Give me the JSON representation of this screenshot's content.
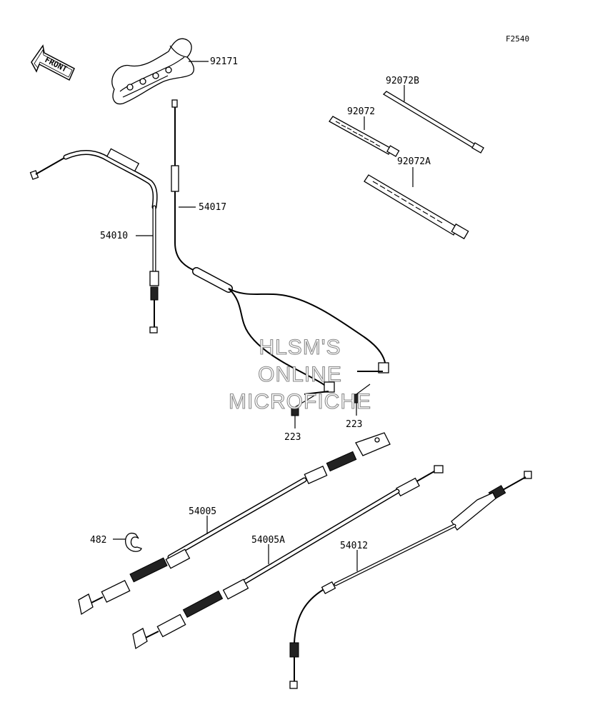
{
  "figure_code": "F2540",
  "front_arrow_label": "FRONT",
  "watermark": [
    "HLSM'S",
    "ONLINE",
    "MICROFICHE"
  ],
  "parts": [
    {
      "id": "92171"
    },
    {
      "id": "92072B"
    },
    {
      "id": "92072"
    },
    {
      "id": "92072A"
    },
    {
      "id": "54017"
    },
    {
      "id": "54010"
    },
    {
      "id": "223"
    },
    {
      "id": "223"
    },
    {
      "id": "54005"
    },
    {
      "id": "482"
    },
    {
      "id": "54005A"
    },
    {
      "id": "54012"
    }
  ]
}
